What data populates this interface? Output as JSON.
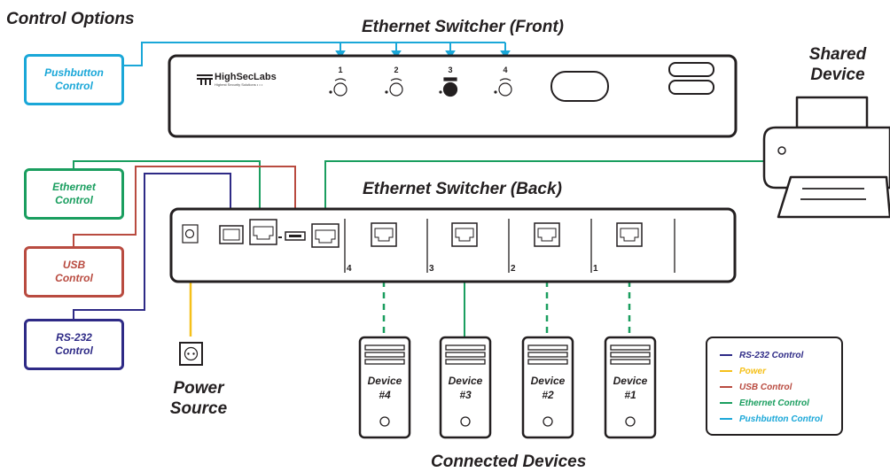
{
  "titles": {
    "control_options": "Control Options",
    "front": "Ethernet Switcher (Front)",
    "back": "Ethernet Switcher (Back)",
    "shared_device": "Shared\nDevice",
    "connected_devices": "Connected Devices",
    "power_source": "Power\nSource"
  },
  "controls": [
    {
      "label": "Pushbutton\nControl",
      "color": "#1aa7d8"
    },
    {
      "label": "Ethernet\nControl",
      "color": "#1a9e5f"
    },
    {
      "label": "USB\nControl",
      "color": "#b94b40"
    },
    {
      "label": "RS-232\nControl",
      "color": "#2e2a86"
    }
  ],
  "front_panel": {
    "logo": "HighSecLabs",
    "logo_sub": "Highest Security Solutions • • •",
    "buttons": [
      "1",
      "2",
      "3",
      "4"
    ],
    "active_button": "3"
  },
  "back_panel": {
    "port_numbers": [
      "4",
      "3",
      "2",
      "1"
    ]
  },
  "devices": [
    {
      "label": "Device\n#4",
      "connection": "dashed"
    },
    {
      "label": "Device\n#3",
      "connection": "solid"
    },
    {
      "label": "Device\n#2",
      "connection": "dashed"
    },
    {
      "label": "Device\n#1",
      "connection": "dashed"
    }
  ],
  "legend": [
    {
      "label": "RS-232 Control",
      "color": "#2e2a86"
    },
    {
      "label": "Power",
      "color": "#f5c01a"
    },
    {
      "label": "USB Control",
      "color": "#b94b40"
    },
    {
      "label": "Ethernet Control",
      "color": "#1a9e5f"
    },
    {
      "label": "Pushbutton Control",
      "color": "#1aa7d8"
    }
  ],
  "colors": {
    "rs232": "#2e2a86",
    "power": "#f5c01a",
    "usb": "#b94b40",
    "ethernet": "#1a9e5f",
    "pushbutton": "#1aa7d8",
    "outline": "#231f20"
  }
}
